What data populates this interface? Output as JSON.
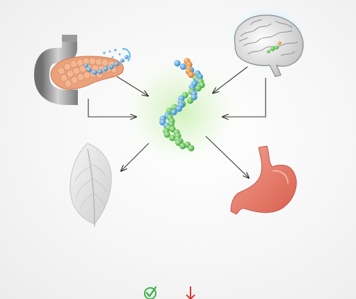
{
  "nodes": [
    {
      "id": "pancreas",
      "icon": "pancreas-icon",
      "color": "#e9a77f"
    },
    {
      "id": "brain",
      "icon": "brain-icon",
      "color": "#e6e6e6"
    },
    {
      "id": "peptide",
      "icon": "peptide-chain-icon",
      "colors": [
        "#3a9be0",
        "#ec8a2e",
        "#57c24a"
      ]
    },
    {
      "id": "leaf",
      "icon": "leaf-icon",
      "color": "#e6e6e6"
    },
    {
      "id": "stomach",
      "icon": "stomach-icon",
      "color": "#ea8476"
    }
  ],
  "edges": [
    {
      "from": "pancreas",
      "to": "peptide"
    },
    {
      "from": "pancreas",
      "to": "peptide"
    },
    {
      "from": "brain",
      "to": "peptide"
    },
    {
      "from": "brain",
      "to": "peptide"
    },
    {
      "from": "peptide",
      "to": "leaf"
    },
    {
      "from": "peptide",
      "to": "stomach"
    }
  ],
  "footer_icons": [
    {
      "icon": "checkmark-icon",
      "color": "#3bb24a"
    },
    {
      "icon": "arrow-down-icon",
      "color": "#d6372d"
    }
  ]
}
